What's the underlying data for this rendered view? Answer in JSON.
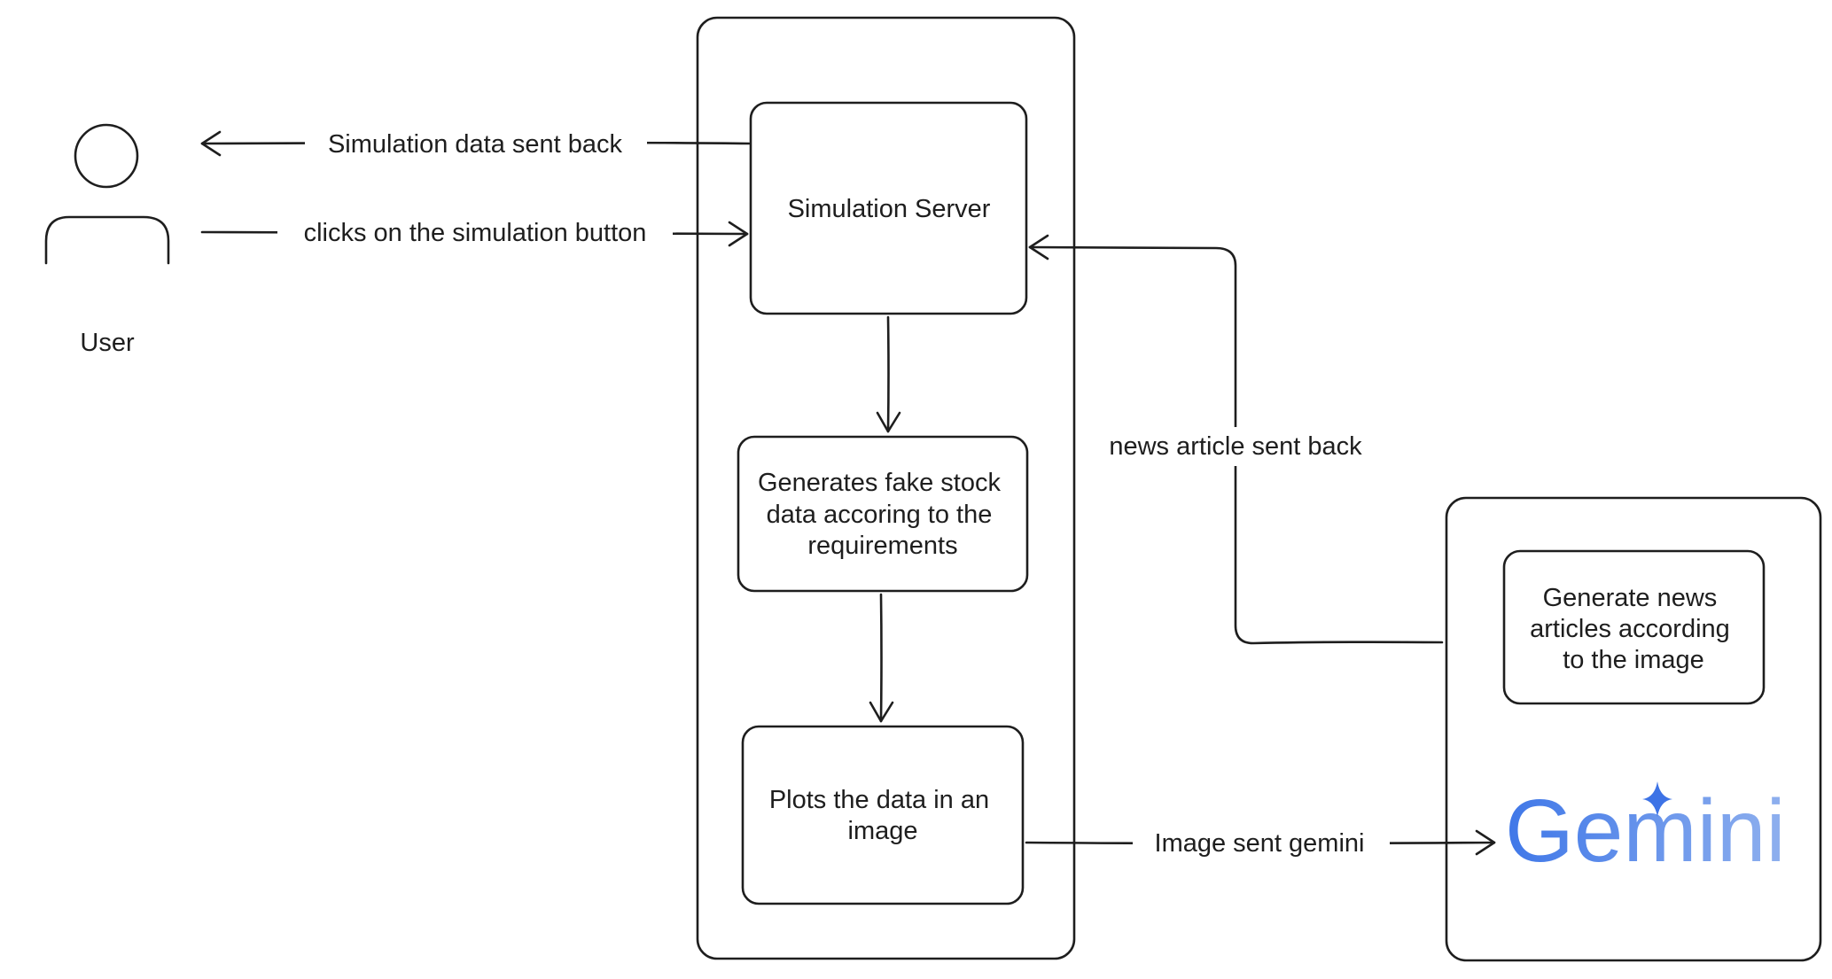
{
  "actor": {
    "name": "User"
  },
  "nodes": {
    "simulation_server": "Simulation Server",
    "generate_stock": [
      "Generates fake stock",
      "data accoring to the",
      "requirements"
    ],
    "plot_data": [
      "Plots the data in an",
      "image"
    ],
    "generate_news": [
      "Generate news",
      "articles according",
      "to the image"
    ]
  },
  "edges": {
    "data_back": "Simulation data sent back",
    "clicks": "clicks on the simulation button",
    "news_back": "news article sent back",
    "image_sent": "Image sent  gemini"
  },
  "logo": {
    "text": "Gemini",
    "gradient_start": "#3f77e8",
    "gradient_end": "#8fb0ee",
    "sparkle_color": "#3d73e6"
  },
  "colors": {
    "stroke": "#1e1e1e",
    "background": "#ffffff"
  }
}
